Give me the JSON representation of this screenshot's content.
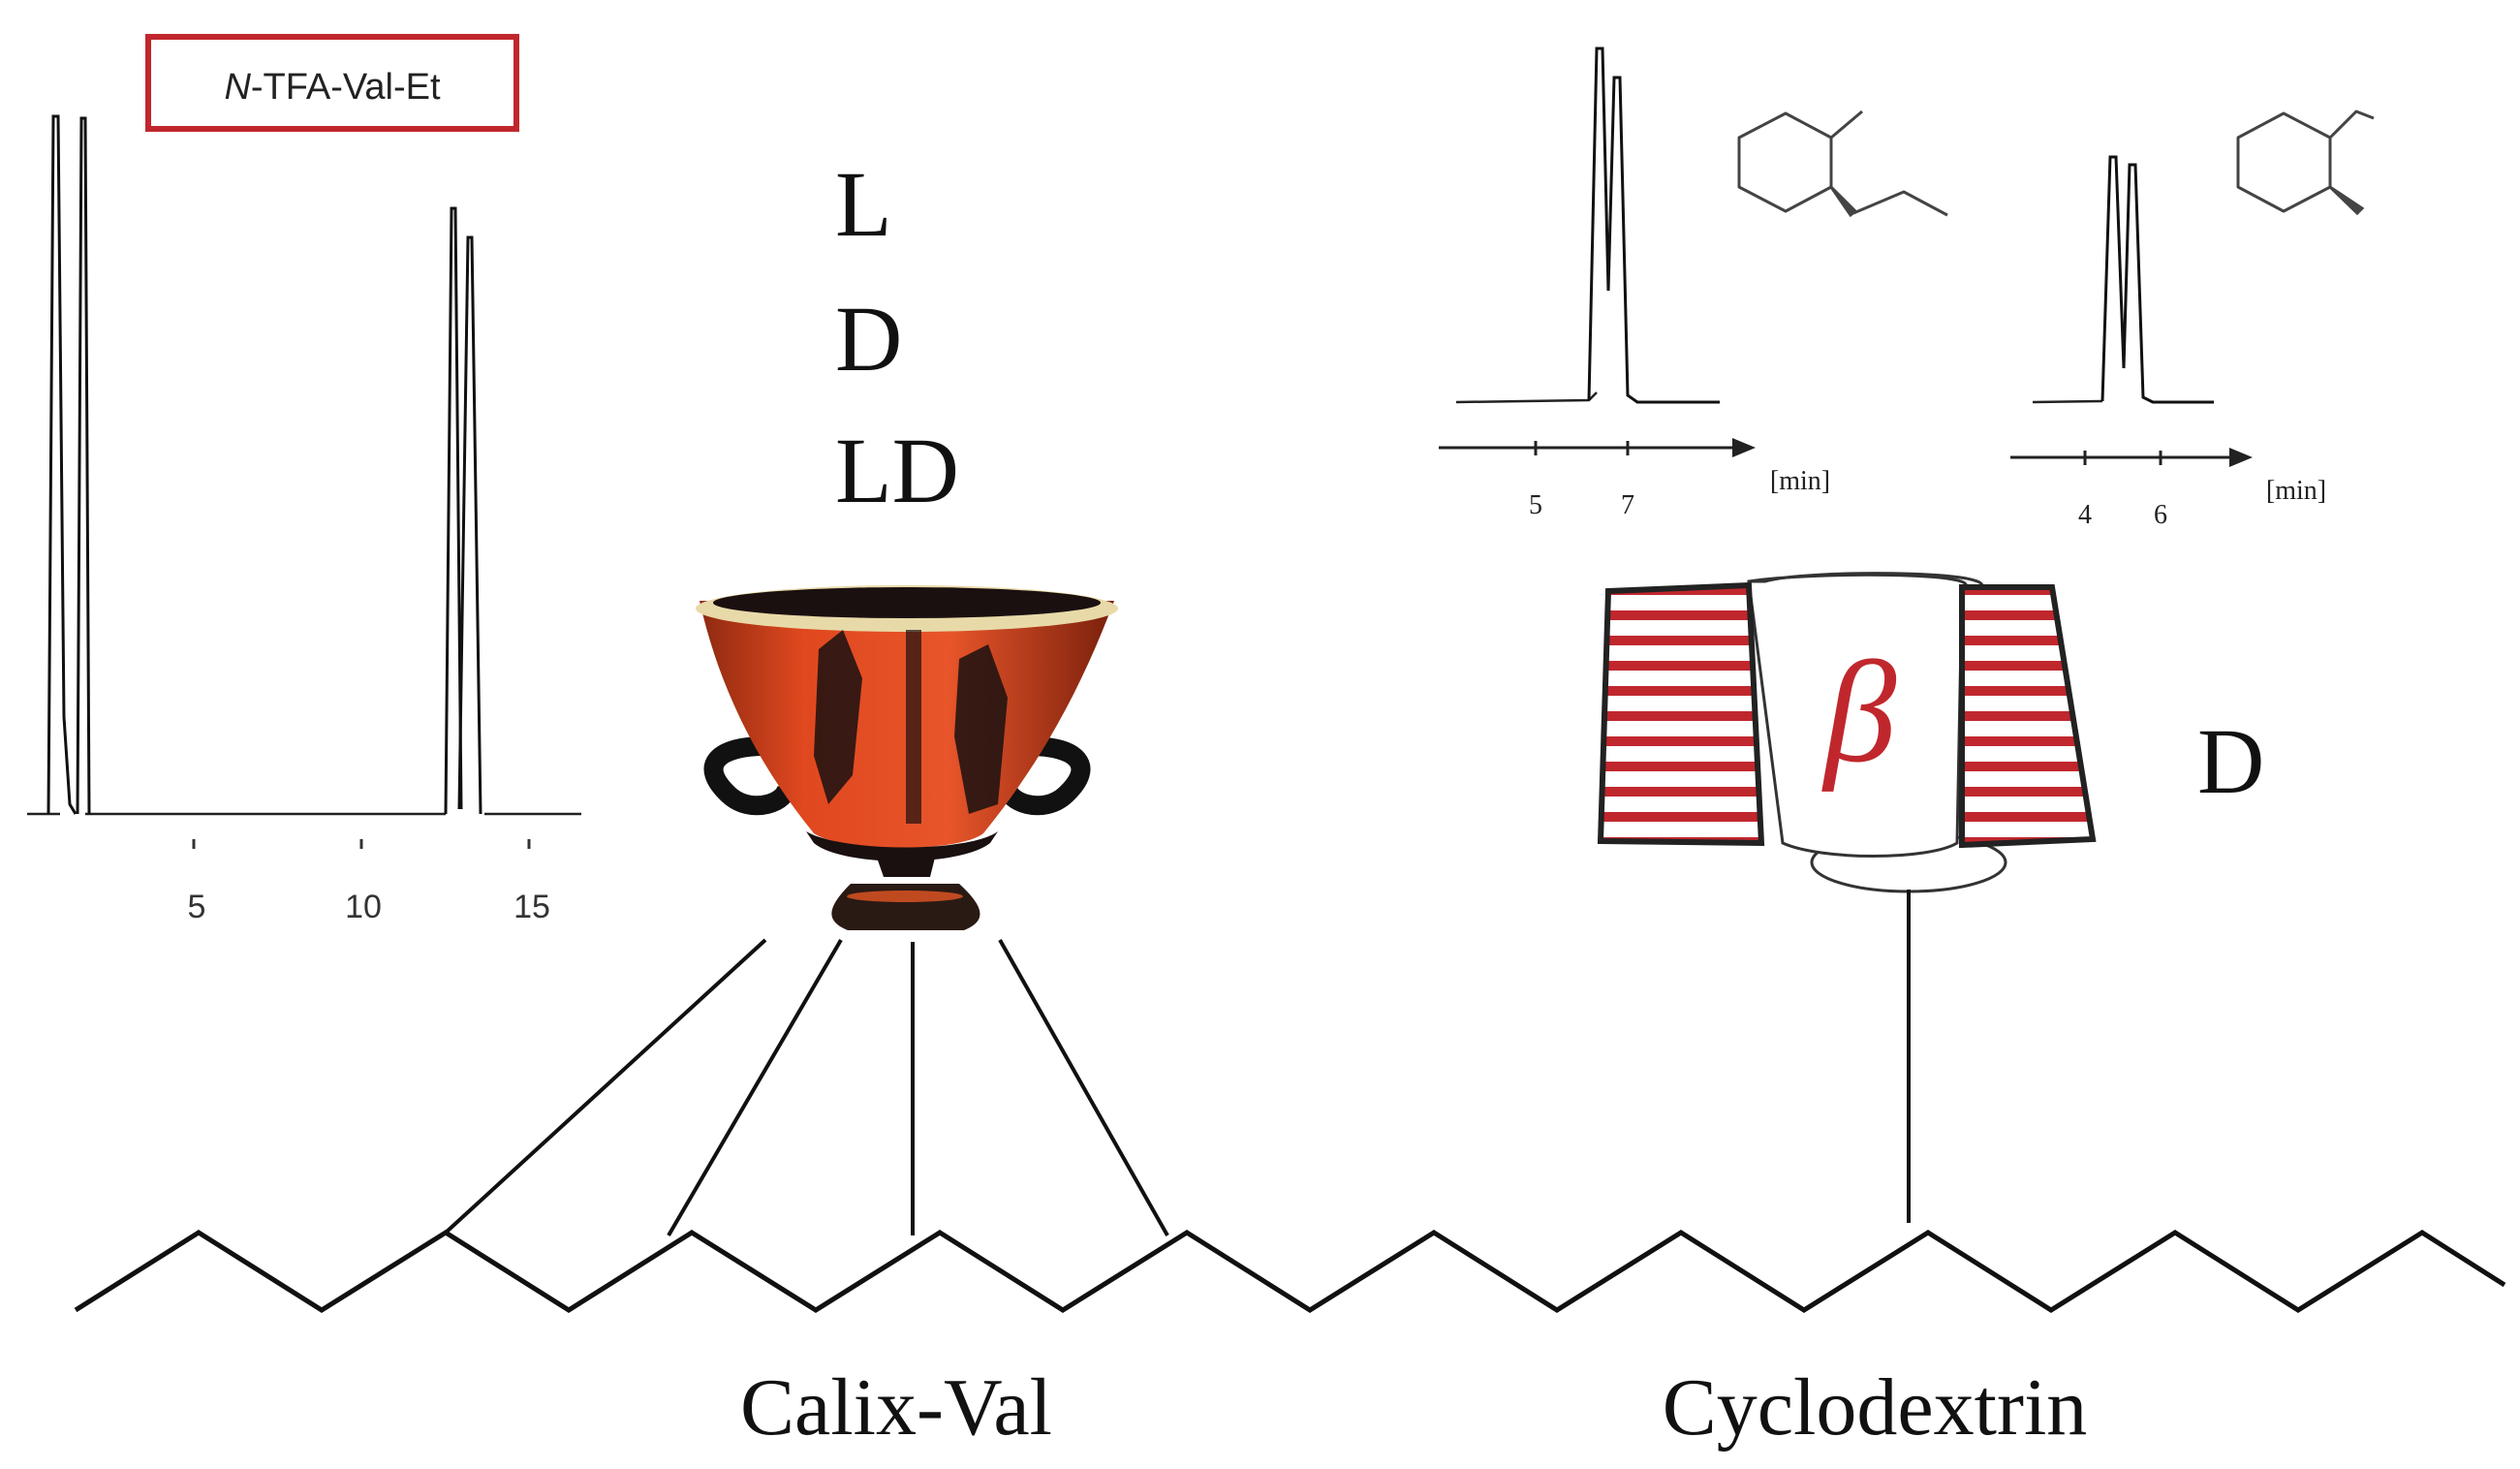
{
  "chromatogram_left": {
    "title": "N-TFA-Val-Et",
    "title_italic_prefix": "N",
    "title_rest": "-TFA-Val-Et",
    "ticks": [
      "5",
      "10",
      "15"
    ],
    "box_color": "#c0272d"
  },
  "selectivity_labels": [
    "L",
    "D",
    "LD"
  ],
  "chromatogram_right_1": {
    "ticks": [
      "5",
      "7"
    ],
    "unit": "[min]"
  },
  "chromatogram_right_2": {
    "ticks": [
      "4",
      "6"
    ],
    "unit": "[min]"
  },
  "cyclodextrin": {
    "symbol": "β",
    "selectivity": "D",
    "accent_color": "#c0272d"
  },
  "labels": {
    "calix": "Calix-Val",
    "cyclodextrin": "Cyclodextrin"
  },
  "icons": {
    "vase": "greek-krater-vase-icon",
    "cd": "cyclodextrin-torus-icon",
    "mol1": "propylmethylcyclohexane-structure-icon",
    "mol2": "ethylmethylcyclohexane-structure-icon"
  }
}
